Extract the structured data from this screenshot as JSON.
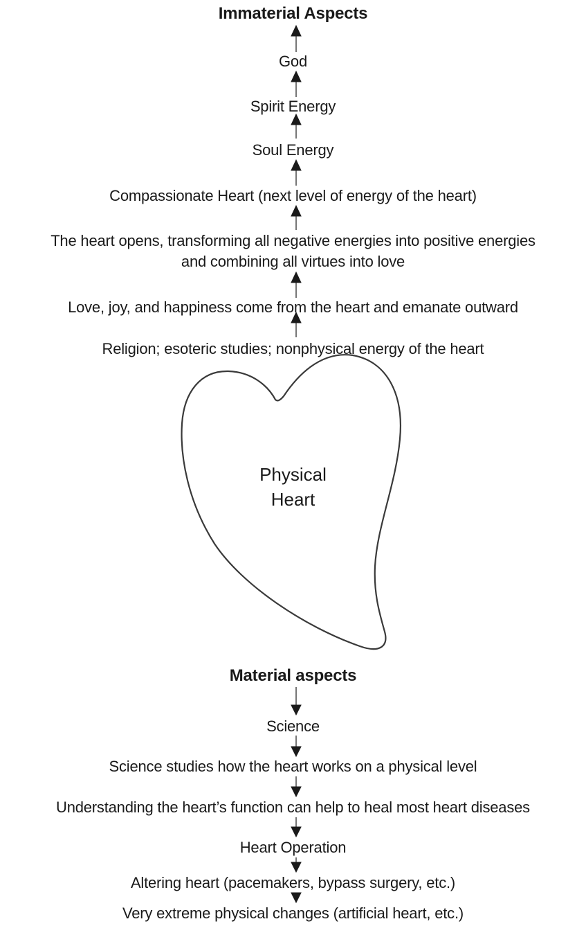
{
  "immaterial": {
    "title": "Immaterial Aspects",
    "levels": [
      "God",
      "Spirit Energy",
      "Soul Energy",
      "Compassionate Heart (next level of energy of the heart)",
      "The heart opens, transforming all negative energies into positive energies",
      "and combining all virtues into love",
      "Love, joy, and happiness come from the heart and emanate outward",
      "Religion; esoteric studies; nonphysical energy of the heart"
    ]
  },
  "heart": {
    "line1": "Physical",
    "line2": "Heart"
  },
  "material": {
    "title": "Material  aspects",
    "levels": [
      "Science",
      "Science studies how the heart works on a physical level",
      "Understanding the heart’s function can help to heal most heart diseases",
      "Heart Operation",
      "Altering heart (pacemakers, bypass surgery, etc.)",
      "Very extreme physical changes (artificial heart, etc.)"
    ]
  },
  "colors": {
    "text": "#1a1a1a",
    "arrow": "#1a1a1a",
    "heart_outline": "#3a3a3a"
  }
}
